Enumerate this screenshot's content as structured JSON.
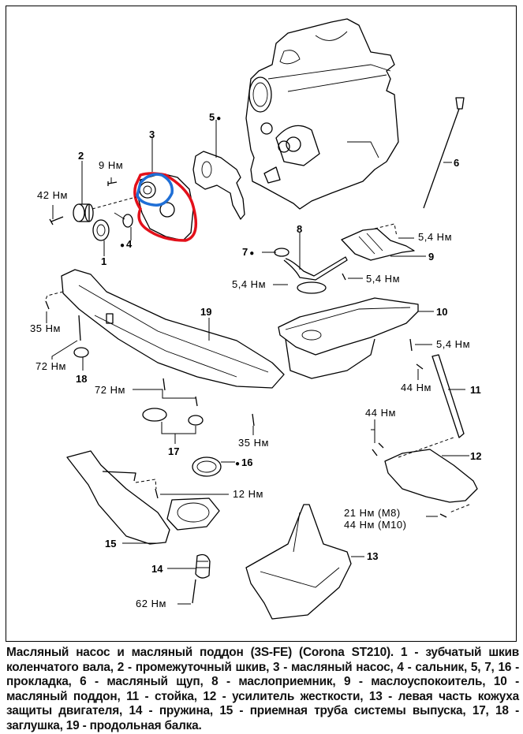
{
  "diagram": {
    "highlight_colors": {
      "outline_red": "#e3101a",
      "outline_blue": "#1f6fd6"
    },
    "callouts": [
      {
        "id": "1",
        "text": "1"
      },
      {
        "id": "2",
        "text": "2"
      },
      {
        "id": "3",
        "text": "3"
      },
      {
        "id": "4",
        "text": "4"
      },
      {
        "id": "5",
        "text": "5"
      },
      {
        "id": "6",
        "text": "6"
      },
      {
        "id": "7",
        "text": "7"
      },
      {
        "id": "8",
        "text": "8"
      },
      {
        "id": "9",
        "text": "9"
      },
      {
        "id": "10",
        "text": "10"
      },
      {
        "id": "11",
        "text": "11"
      },
      {
        "id": "12",
        "text": "12"
      },
      {
        "id": "13",
        "text": "13"
      },
      {
        "id": "14",
        "text": "14"
      },
      {
        "id": "15",
        "text": "15"
      },
      {
        "id": "16",
        "text": "16"
      },
      {
        "id": "17",
        "text": "17"
      },
      {
        "id": "18",
        "text": "18"
      },
      {
        "id": "19",
        "text": "19"
      }
    ],
    "torques": {
      "t9": "9 Нм",
      "t42": "42 Нм",
      "t54a": "5,4 Нм",
      "t54b": "5,4 Нм",
      "t54c": "5,4 Нм",
      "t54d": "5,4 Нм",
      "t35a": "35 Нм",
      "t72a": "72 Нм",
      "t72b": "72 Нм",
      "t35b": "35 Нм",
      "t44a": "44 Нм",
      "t44b": "44 Нм",
      "t12": "12 Нм",
      "t21m8": "21 Нм (M8)",
      "t44m10": "44 Нм (M10)",
      "t62": "62 Нм"
    }
  },
  "caption": "Масляный насос и масляный поддон (3S-FE) (Corona ST210). 1 - зубчатый шкив коленчатого вала, 2 - промежуточный шкив, 3 - масляный насос, 4 - сальник, 5, 7, 16 - прокладка, 6 - масляный щуп, 8 - маслоприемник, 9 - маслоуспокоитель, 10 - масляный поддон, 11 - стойка, 12 - усилитель жесткости, 13 - левая часть кожуха защиты двигателя, 14 - пружина, 15 - приемная труба системы выпуска, 17, 18 - заглушка, 19 - продольная балка."
}
